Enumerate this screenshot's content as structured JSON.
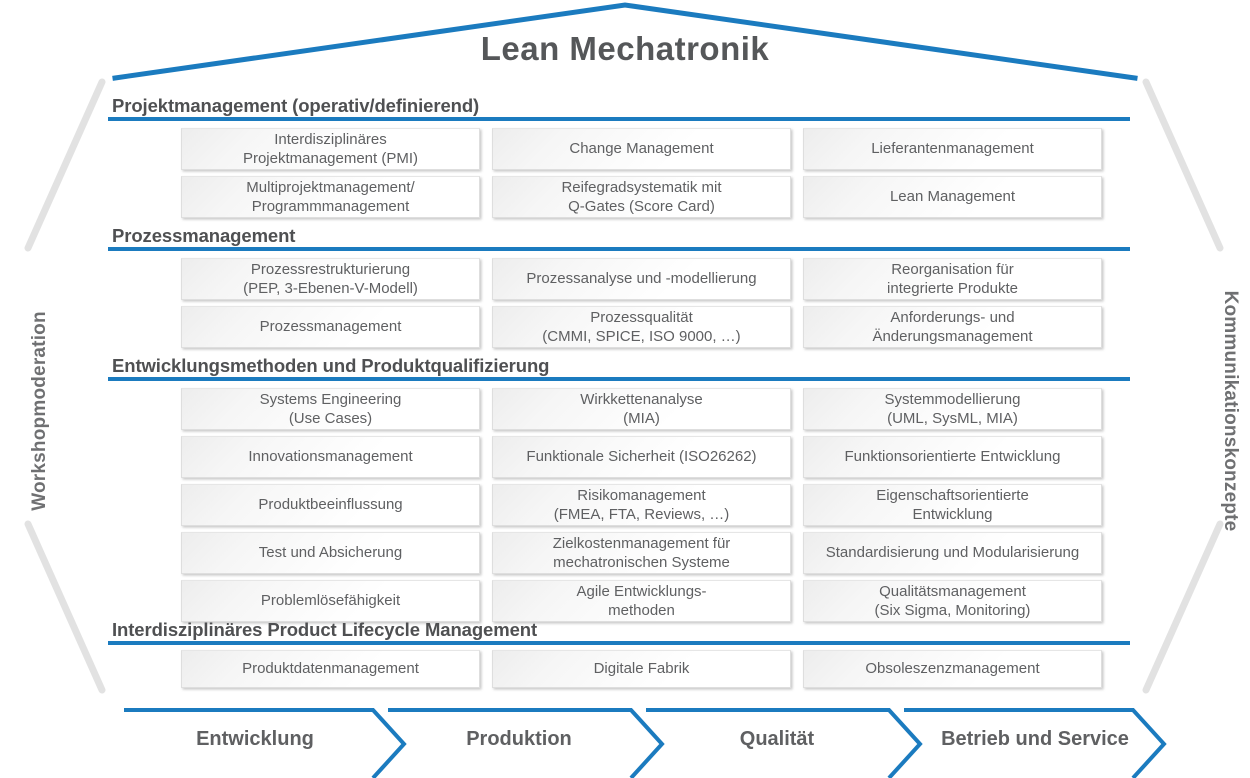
{
  "house": {
    "title": "Lean Mechatronik",
    "accent_color": "#1b7bbf",
    "text_color": "#5f6062",
    "heading_color": "#4f5052"
  },
  "pillars": {
    "left": {
      "label": "Workshopmoderation"
    },
    "right": {
      "label": "Kommunikationskonzepte"
    }
  },
  "sections": [
    {
      "title": "Projektmanagement (operativ/definierend)",
      "cells": [
        "Interdisziplinäres\nProjektmanagement (PMI)",
        "Change Management",
        "Lieferantenmanagement",
        "Multiprojektmanagement/\nProgrammmanagement",
        "Reifegradsystematik mit\nQ-Gates (Score Card)",
        "Lean Management"
      ]
    },
    {
      "title": "Prozessmanagement",
      "cells": [
        "Prozessrestrukturierung\n(PEP, 3-Ebenen-V-Modell)",
        "Prozessanalyse und -modellierung",
        "Reorganisation für\nintegrierte Produkte",
        "Prozessmanagement",
        "Prozessqualität\n(CMMI, SPICE, ISO 9000, …)",
        "Anforderungs- und\nÄnderungsmanagement"
      ]
    },
    {
      "title": "Entwicklungsmethoden und Produktqualifizierung",
      "cells": [
        "Systems Engineering\n(Use Cases)",
        "Wirkkettenanalyse\n(MIA)",
        "Systemmodellierung\n(UML, SysML, MIA)",
        "Innovationsmanagement",
        "Funktionale Sicherheit (ISO26262)",
        "Funktionsorientierte Entwicklung",
        "Produktbeeinflussung",
        "Risikomanagement\n(FMEA, FTA, Reviews, …)",
        "Eigenschaftsorientierte\nEntwicklung",
        "Test und Absicherung",
        "Zielkostenmanagement für\nmechatronischen Systeme",
        "Standardisierung und Modularisierung",
        "Problemlösefähigkeit",
        "Agile Entwicklungs-\nmethoden",
        "Qualitätsmanagement\n(Six Sigma, Monitoring)"
      ]
    },
    {
      "title": "Interdisziplinäres Product Lifecycle Management",
      "cells": [
        "Produktdatenmanagement",
        "Digitale Fabrik",
        "Obsoleszenzmanagement"
      ]
    }
  ],
  "process_flow": {
    "steps": [
      "Entwicklung",
      "Produktion",
      "Qualität",
      "Betrieb und Service"
    ]
  }
}
